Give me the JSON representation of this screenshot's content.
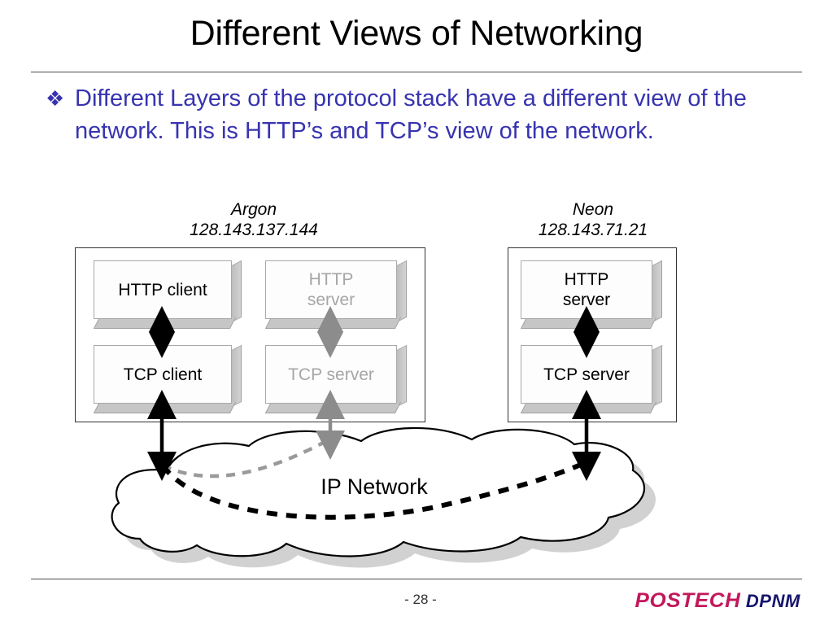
{
  "slide": {
    "title": "Different Views of Networking",
    "bullet_marker": "❖",
    "bullet_text": "Different Layers of the protocol stack have a different view of the network. This is HTTP’s and TCP’s view of the network.",
    "accent_color": "#3733b0",
    "title_color": "#000000"
  },
  "diagram": {
    "hosts": [
      {
        "id": "argon",
        "name": "Argon",
        "ip": "128.143.137.144",
        "label": "Argon\n128.143.137.144",
        "boxes": [
          {
            "id": "http-client",
            "label": "HTTP client",
            "state": "active",
            "color": "#000000"
          },
          {
            "id": "tcp-client",
            "label": "TCP client",
            "state": "active",
            "color": "#000000"
          },
          {
            "id": "http-server-dim",
            "label": "HTTP\nserver",
            "state": "dimmed",
            "color": "#a6a6a6"
          },
          {
            "id": "tcp-server-dim",
            "label": "TCP server",
            "state": "dimmed",
            "color": "#a6a6a6"
          }
        ]
      },
      {
        "id": "neon",
        "name": "Neon",
        "ip": "128.143.71.21",
        "label": "Neon\n128.143.71.21",
        "boxes": [
          {
            "id": "http-server",
            "label": "HTTP\nserver",
            "state": "active",
            "color": "#000000"
          },
          {
            "id": "tcp-server",
            "label": "TCP server",
            "state": "active",
            "color": "#000000"
          }
        ]
      }
    ],
    "cloud": {
      "label": "IP Network",
      "fill": "#ffffff",
      "stroke": "#000000",
      "shadow": "#c9c9c9"
    },
    "connectors": [
      {
        "id": "argon-http-tcp-arrow",
        "kind": "double-arrow",
        "color": "#000000"
      },
      {
        "id": "argon-dim-http-tcp-arrow",
        "kind": "double-arrow",
        "color": "#8c8c8c"
      },
      {
        "id": "neon-http-tcp-arrow",
        "kind": "double-arrow",
        "color": "#000000"
      },
      {
        "id": "argon-tcp-to-cloud-arrow",
        "kind": "double-arrow",
        "color": "#000000"
      },
      {
        "id": "argon-dim-tcp-to-cloud-arrow",
        "kind": "double-arrow",
        "color": "#8c8c8c"
      },
      {
        "id": "neon-tcp-to-cloud-arrow",
        "kind": "double-arrow",
        "color": "#000000"
      },
      {
        "id": "tcp-path-dashed",
        "kind": "dashed-curve",
        "color": "#000000"
      },
      {
        "id": "http-path-dashed",
        "kind": "dashed-curve",
        "color": "#9a9a9a"
      }
    ]
  },
  "footer": {
    "page_number": "- 28 -",
    "brand_primary": "POSTECH",
    "brand_secondary": "DPNM",
    "brand_primary_color": "#c2185b",
    "brand_secondary_color": "#16146e"
  }
}
